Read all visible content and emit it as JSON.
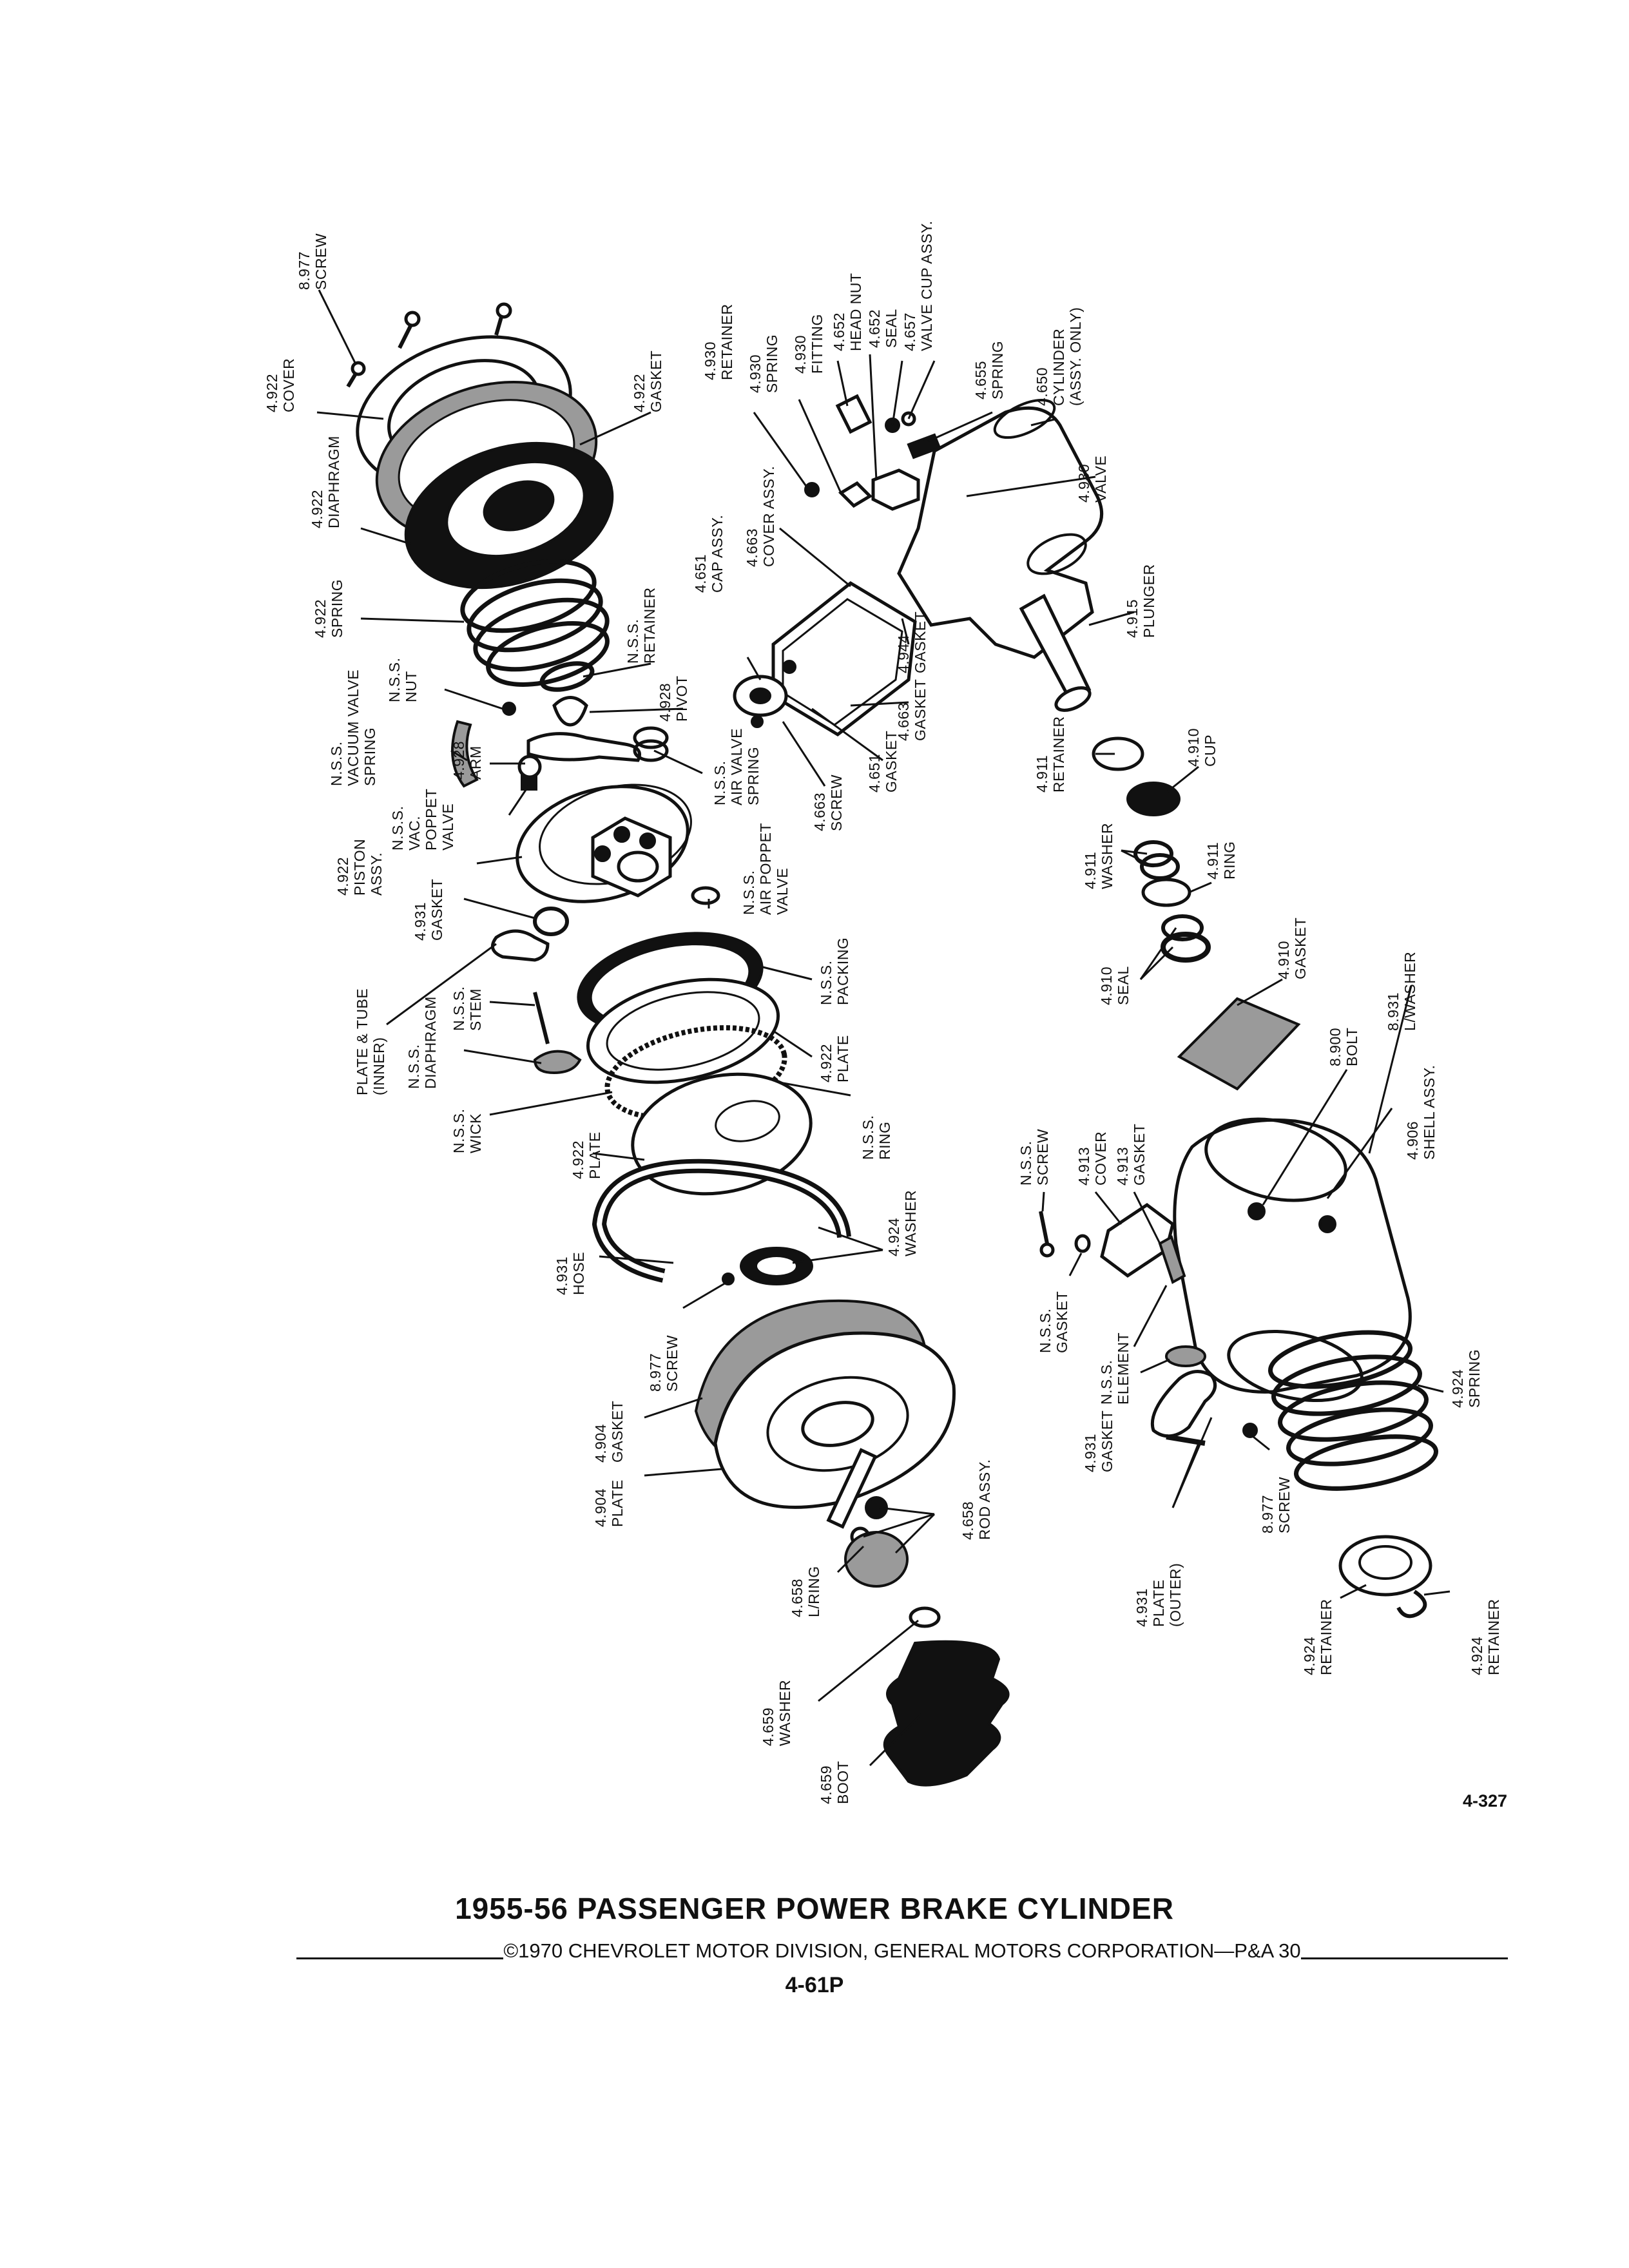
{
  "figure_number": "4-327",
  "caption": {
    "title": "1955-56 PASSENGER POWER BRAKE CYLINDER",
    "copyright": "©1970 CHEVROLET MOTOR DIVISION, GENERAL MOTORS CORPORATION—P&A 30",
    "page_code": "4-61P"
  },
  "labels": {
    "screw_8977_top": [
      "8.977",
      "SCREW"
    ],
    "cover_4922": [
      "4.922",
      "COVER"
    ],
    "gasket_4922": [
      "4.922",
      "GASKET"
    ],
    "diaphragm_4922": [
      "4.922",
      "DIAPHRAGM"
    ],
    "spring_4922": [
      "4.922",
      "SPRING"
    ],
    "retainer_nss": [
      "N.S.S.",
      "RETAINER"
    ],
    "nut_nss": [
      "N.S.S.",
      "NUT"
    ],
    "pivot_4928": [
      "4.928",
      "PIVOT"
    ],
    "vac_valve_spring_nss": [
      "N.S.S.",
      "VACUUM VALVE",
      "SPRING"
    ],
    "arm_4928": [
      "4.928",
      "ARM"
    ],
    "vac_poppet_nss": [
      "N.S.S.",
      "VAC.",
      "POPPET",
      "VALVE"
    ],
    "air_valve_spring_nss": [
      "N.S.S.",
      "AIR VALVE",
      "SPRING"
    ],
    "piston_assy_4922": [
      "4.922",
      "PISTON",
      "ASSY."
    ],
    "air_poppet_nss": [
      "N.S.S.",
      "AIR POPPET",
      "VALVE"
    ],
    "gasket_4931_upper": [
      "4.931",
      "GASKET"
    ],
    "plate_tube_inner": [
      "PLATE & TUBE",
      "(INNER)"
    ],
    "stem_nss": [
      "N.S.S.",
      "STEM"
    ],
    "packing_nss": [
      "N.S.S.",
      "PACKING"
    ],
    "diaphragm_nss": [
      "N.S.S.",
      "DIAPHRAGM"
    ],
    "plate_4922_mid": [
      "4.922",
      "PLATE"
    ],
    "wick_nss": [
      "N.S.S.",
      "WICK"
    ],
    "ring_nss": [
      "N.S.S.",
      "RING"
    ],
    "plate_4922_low": [
      "4.922",
      "PLATE"
    ],
    "hose_4931": [
      "4.931",
      "HOSE"
    ],
    "washer_4924": [
      "4.924",
      "WASHER"
    ],
    "screw_8977_mid": [
      "8.977",
      "SCREW"
    ],
    "gasket_4904": [
      "4.904",
      "GASKET"
    ],
    "plate_4904": [
      "4.904",
      "PLATE"
    ],
    "rod_assy_4658": [
      "4.658",
      "ROD ASSY."
    ],
    "lring_4658": [
      "4.658",
      "L/RING"
    ],
    "washer_4659": [
      "4.659",
      "WASHER"
    ],
    "boot_4659": [
      "4.659",
      "BOOT"
    ],
    "retainer_4930": [
      "4.930",
      "RETAINER"
    ],
    "spring_4930": [
      "4.930",
      "SPRING"
    ],
    "fitting_4930": [
      "4.930",
      "FITTING"
    ],
    "head_nut_4652": [
      "4.652",
      "HEAD NUT"
    ],
    "seal_4652": [
      "4.652",
      "SEAL"
    ],
    "valve_cup_4657": [
      "4.657",
      "VALVE CUP ASSY."
    ],
    "spring_4655": [
      "4.655",
      "SPRING"
    ],
    "cylinder_4650": [
      "4.650",
      "CYLINDER",
      "(ASSY. ONLY)"
    ],
    "cover_assy_4663": [
      "4.663",
      "COVER ASSY."
    ],
    "cap_assy_4651": [
      "4.651",
      "CAP ASSY."
    ],
    "valve_4930": [
      "4.930",
      "VALVE"
    ],
    "plunger_4915": [
      "4.915",
      "PLUNGER"
    ],
    "gasket_4944": [
      "4.944",
      "GASKET"
    ],
    "gasket_4663": [
      "4.663",
      "GASKET"
    ],
    "gasket_4651": [
      "4.651",
      "GASKET"
    ],
    "screw_4663": [
      "4.663",
      "SCREW"
    ],
    "retainer_4911": [
      "4.911",
      "RETAINER"
    ],
    "cup_4910": [
      "4.910",
      "CUP"
    ],
    "washer_4911": [
      "4.911",
      "WASHER"
    ],
    "ring_4911": [
      "4.911",
      "RING"
    ],
    "seal_4910": [
      "4.910",
      "SEAL"
    ],
    "gasket_4910": [
      "4.910",
      "GASKET"
    ],
    "lwasher_8931": [
      "8.931",
      "L/WASHER"
    ],
    "bolt_8900": [
      "8.900",
      "BOLT"
    ],
    "shell_assy_4906": [
      "4.906",
      "SHELL ASSY."
    ],
    "screw_nss": [
      "N.S.S.",
      "SCREW"
    ],
    "cover_4913": [
      "4.913",
      "COVER"
    ],
    "gasket_4913": [
      "4.913",
      "GASKET"
    ],
    "gasket_nss": [
      "N.S.S.",
      "GASKET"
    ],
    "element_nss": [
      "N.S.S.",
      "ELEMENT"
    ],
    "spring_4924": [
      "4.924",
      "SPRING"
    ],
    "gasket_4931_lower": [
      "4.931",
      "GASKET"
    ],
    "screw_8977_low": [
      "8.977",
      "SCREW"
    ],
    "plate_outer_4931": [
      "4.931",
      "PLATE",
      "(OUTER)"
    ],
    "retainer_4924_left": [
      "4.924",
      "RETAINER"
    ],
    "retainer_4924_right": [
      "4.924",
      "RETAINER"
    ]
  }
}
